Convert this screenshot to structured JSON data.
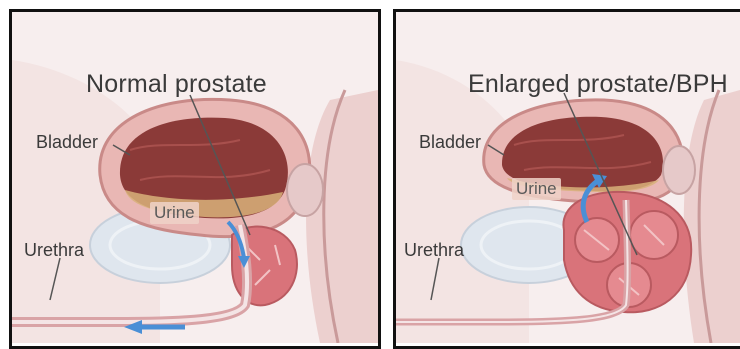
{
  "panels": [
    {
      "title": "Normal prostate",
      "labels": {
        "bladder": "Bladder",
        "urine": "Urine",
        "urethra": "Urethra"
      }
    },
    {
      "title": "Enlarged prostate/BPH",
      "labels": {
        "bladder": "Bladder",
        "urine": "Urine",
        "urethra": "Urethra"
      }
    }
  ],
  "colors": {
    "tissue_pink": "#efc2c0",
    "prostate_red": "#d9737a",
    "bladder_inner": "#8b3a38",
    "urine_yellow": "#d8b27a",
    "pubic_bone": "#dfe6ee",
    "arrow_blue": "#4a8fd6",
    "frame": "#111111"
  }
}
